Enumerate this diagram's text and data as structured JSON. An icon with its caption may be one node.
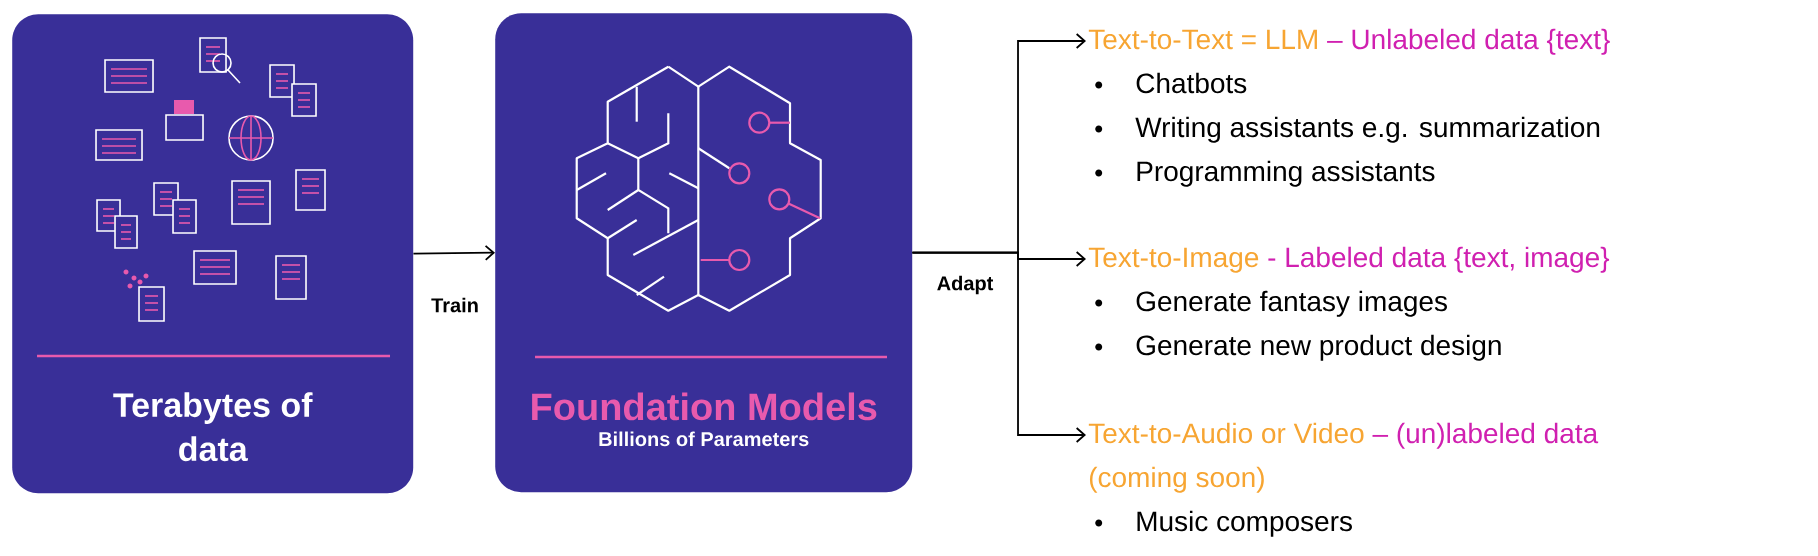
{
  "diagram": {
    "nodes": [
      {
        "text": [
          "Terabytes of data"
        ]
      },
      {
        "text": [
          "Foundation Models",
          "Billions of Parameters"
        ]
      },
      {
        "text": [
          "Text-to-Text = LLM",
          "– Unlabeled data {text}",
          "Chatbots",
          "Writing assistants e.g. summarization",
          "Programming assistants"
        ]
      },
      {
        "text": [
          "Text-to-Image",
          "- Labeled data {text, image}",
          "Generate fantasy images",
          "Generate new product design"
        ]
      },
      {
        "text": [
          "Text-to-Audio or Video",
          "– (un)labeled data",
          "(coming soon)",
          "Music composers"
        ]
      }
    ],
    "edges": [
      {
        "from": 0,
        "to": 1,
        "arrow": "to",
        "label": "Train"
      },
      {
        "from": 1,
        "to": 2,
        "arrow": "to"
      },
      {
        "from": 1,
        "to": 3,
        "arrow": "to",
        "label": "Adapt"
      },
      {
        "from": 1,
        "to": 4,
        "arrow": "to"
      }
    ]
  }
}
